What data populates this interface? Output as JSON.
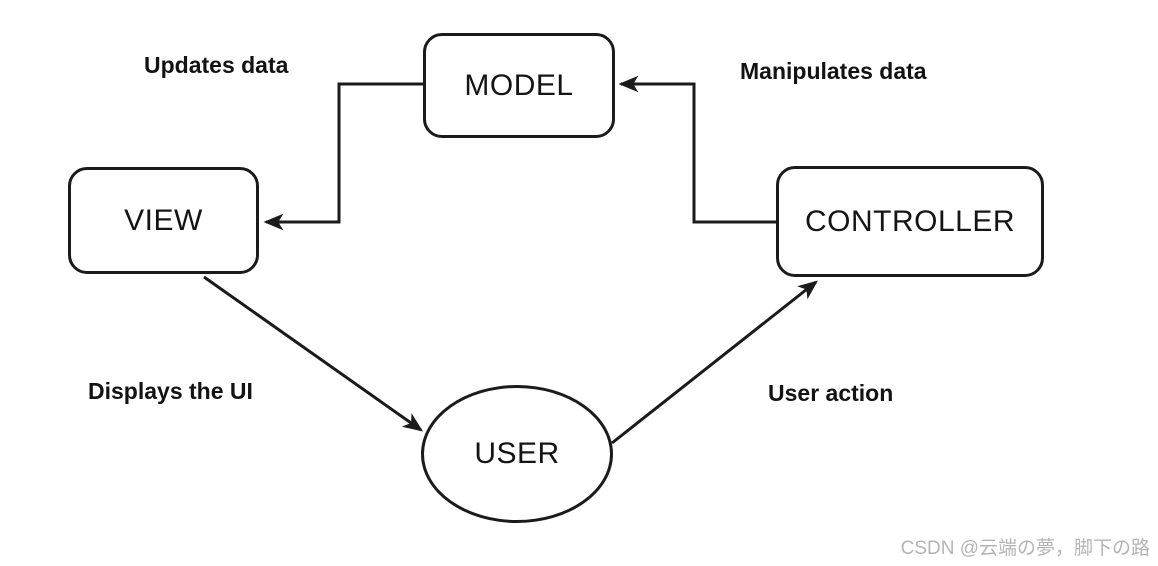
{
  "diagram": {
    "type": "flow-diagram",
    "subject": "MVC pattern",
    "nodes": [
      {
        "id": "model",
        "label": "MODEL",
        "shape": "rounded-rect"
      },
      {
        "id": "view",
        "label": "VIEW",
        "shape": "rounded-rect"
      },
      {
        "id": "controller",
        "label": "CONTROLLER",
        "shape": "rounded-rect"
      },
      {
        "id": "user",
        "label": "USER",
        "shape": "ellipse"
      }
    ],
    "edges": [
      {
        "from": "model",
        "to": "view",
        "label": "Updates data"
      },
      {
        "from": "controller",
        "to": "model",
        "label": "Manipulates data"
      },
      {
        "from": "view",
        "to": "user",
        "label": "Displays the UI"
      },
      {
        "from": "user",
        "to": "controller",
        "label": "User action"
      }
    ],
    "colors": {
      "background": "#ffffff",
      "node_fill": "#ffffff",
      "node_border": "#1b1b1b",
      "line": "#1b1b1b",
      "text": "#141414",
      "watermark": "#b4b4b4"
    }
  },
  "watermark": {
    "text": "CSDN @云端の夢，脚下の路"
  }
}
